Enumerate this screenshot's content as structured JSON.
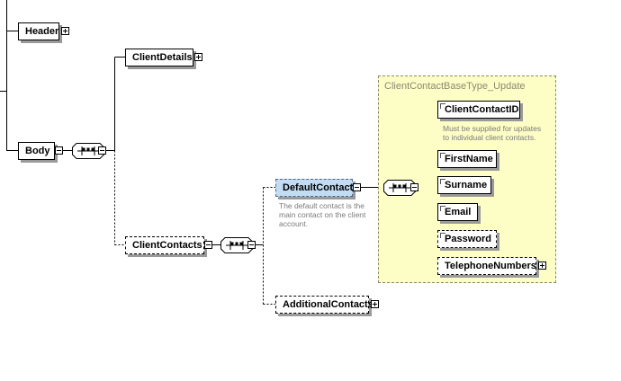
{
  "schema": {
    "nodes": {
      "header": "Header",
      "body": "Body",
      "client_details": "ClientDetails",
      "client_contacts": "ClientContacts",
      "default_contact": "DefaultContact",
      "additional_contacts": "AdditionalContacts",
      "client_contact_id": "ClientContactID",
      "first_name": "FirstName",
      "surname": "Surname",
      "email": "Email",
      "password": "Password",
      "telephone_numbers": "TelephoneNumbers"
    },
    "type_name": "ClientContactBaseType_Update",
    "docs": {
      "client_contact_id": [
        "Must be supplied for updates",
        "to individual client contacts."
      ],
      "default_contact": [
        "The default contact is the",
        "main contact on the client",
        "account."
      ]
    }
  },
  "colors": {
    "type_box_fill": "#fdfdc6",
    "selected_fill": "#c3dcf4",
    "shadow": "#9a9a9a"
  }
}
